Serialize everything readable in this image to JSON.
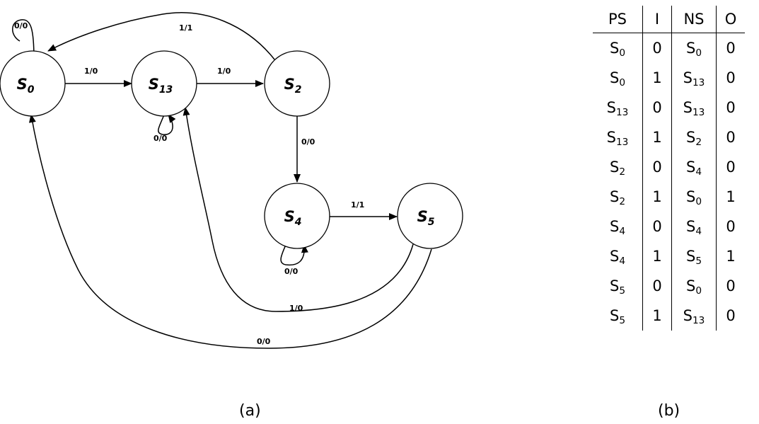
{
  "diagram": {
    "states": [
      {
        "id": "S0",
        "base": "S",
        "sub": "0"
      },
      {
        "id": "S13",
        "base": "S",
        "sub": "13"
      },
      {
        "id": "S2",
        "base": "S",
        "sub": "2"
      },
      {
        "id": "S4",
        "base": "S",
        "sub": "4"
      },
      {
        "id": "S5",
        "base": "S",
        "sub": "5"
      }
    ],
    "transitions": [
      {
        "from": "S0",
        "to": "S0",
        "label": "0/0"
      },
      {
        "from": "S0",
        "to": "S13",
        "label": "1/0"
      },
      {
        "from": "S13",
        "to": "S13",
        "label": "0/0"
      },
      {
        "from": "S13",
        "to": "S2",
        "label": "1/0"
      },
      {
        "from": "S2",
        "to": "S4",
        "label": "0/0"
      },
      {
        "from": "S2",
        "to": "S0",
        "label": "1/1"
      },
      {
        "from": "S4",
        "to": "S4",
        "label": "0/0"
      },
      {
        "from": "S4",
        "to": "S5",
        "label": "1/1"
      },
      {
        "from": "S5",
        "to": "S0",
        "label": "0/0"
      },
      {
        "from": "S5",
        "to": "S13",
        "label": "1/0"
      }
    ],
    "caption": "(a)"
  },
  "table": {
    "headers": [
      "PS",
      "I",
      "NS",
      "O"
    ],
    "rows": [
      [
        {
          "base": "S",
          "sub": "0"
        },
        "0",
        {
          "base": "S",
          "sub": "0"
        },
        "0"
      ],
      [
        {
          "base": "S",
          "sub": "0"
        },
        "1",
        {
          "base": "S",
          "sub": "13"
        },
        "0"
      ],
      [
        {
          "base": "S",
          "sub": "13"
        },
        "0",
        {
          "base": "S",
          "sub": "13"
        },
        "0"
      ],
      [
        {
          "base": "S",
          "sub": "13"
        },
        "1",
        {
          "base": "S",
          "sub": "2"
        },
        "0"
      ],
      [
        {
          "base": "S",
          "sub": "2"
        },
        "0",
        {
          "base": "S",
          "sub": "4"
        },
        "0"
      ],
      [
        {
          "base": "S",
          "sub": "2"
        },
        "1",
        {
          "base": "S",
          "sub": "0"
        },
        "1"
      ],
      [
        {
          "base": "S",
          "sub": "4"
        },
        "0",
        {
          "base": "S",
          "sub": "4"
        },
        "0"
      ],
      [
        {
          "base": "S",
          "sub": "4"
        },
        "1",
        {
          "base": "S",
          "sub": "5"
        },
        "1"
      ],
      [
        {
          "base": "S",
          "sub": "5"
        },
        "0",
        {
          "base": "S",
          "sub": "0"
        },
        "0"
      ],
      [
        {
          "base": "S",
          "sub": "5"
        },
        "1",
        {
          "base": "S",
          "sub": "13"
        },
        "0"
      ]
    ],
    "caption": "(b)"
  }
}
